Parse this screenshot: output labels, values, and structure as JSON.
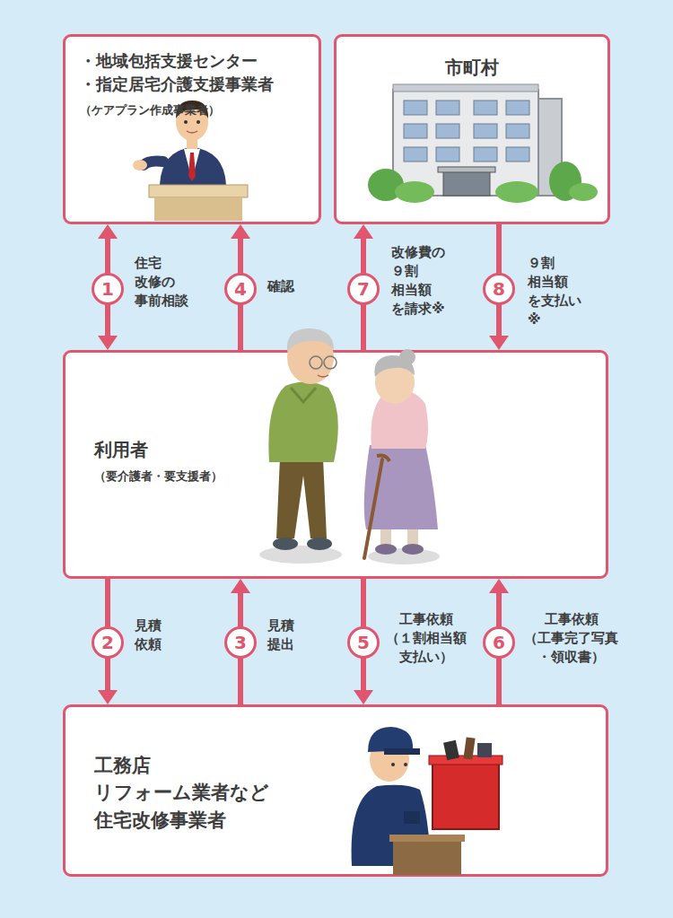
{
  "diagram": {
    "nodes": [
      {
        "text": [
          "・地域包括支援センター",
          "・指定居宅介護支援事業者",
          "（ケアプラン作成事業者）"
        ]
      },
      {
        "text": [
          "市町村"
        ]
      },
      {
        "text": [
          "利用者",
          "（要介護者・要支援者）"
        ]
      },
      {
        "text": [
          "工務店 リフォーム業者など 住宅改修事業者"
        ]
      }
    ],
    "edges": [
      {
        "from": 0,
        "to": 2,
        "arrow": "both",
        "label": "住宅 改修の 事前相談"
      },
      {
        "from": 2,
        "to": 0,
        "arrow": "to",
        "label": "確認"
      },
      {
        "from": 2,
        "to": 1,
        "arrow": "to",
        "label": "改修費の ９割 相当額 を請求※"
      },
      {
        "from": 1,
        "to": 2,
        "arrow": "to",
        "label": "９割 相当額 を支払い※"
      },
      {
        "from": 2,
        "to": 3,
        "arrow": "to",
        "label": "見積 依頼"
      },
      {
        "from": 3,
        "to": 2,
        "arrow": "to",
        "label": "見積 提出"
      },
      {
        "from": 2,
        "to": 3,
        "arrow": "to",
        "label": "工事依頼 （１割相当額 支払い）"
      },
      {
        "from": 3,
        "to": 2,
        "arrow": "to",
        "label": "工事依頼 （工事完了写真 ・領収書）"
      }
    ],
    "labels": [
      "1",
      "2",
      "3",
      "4",
      "5",
      "6",
      "7",
      "8"
    ]
  }
}
